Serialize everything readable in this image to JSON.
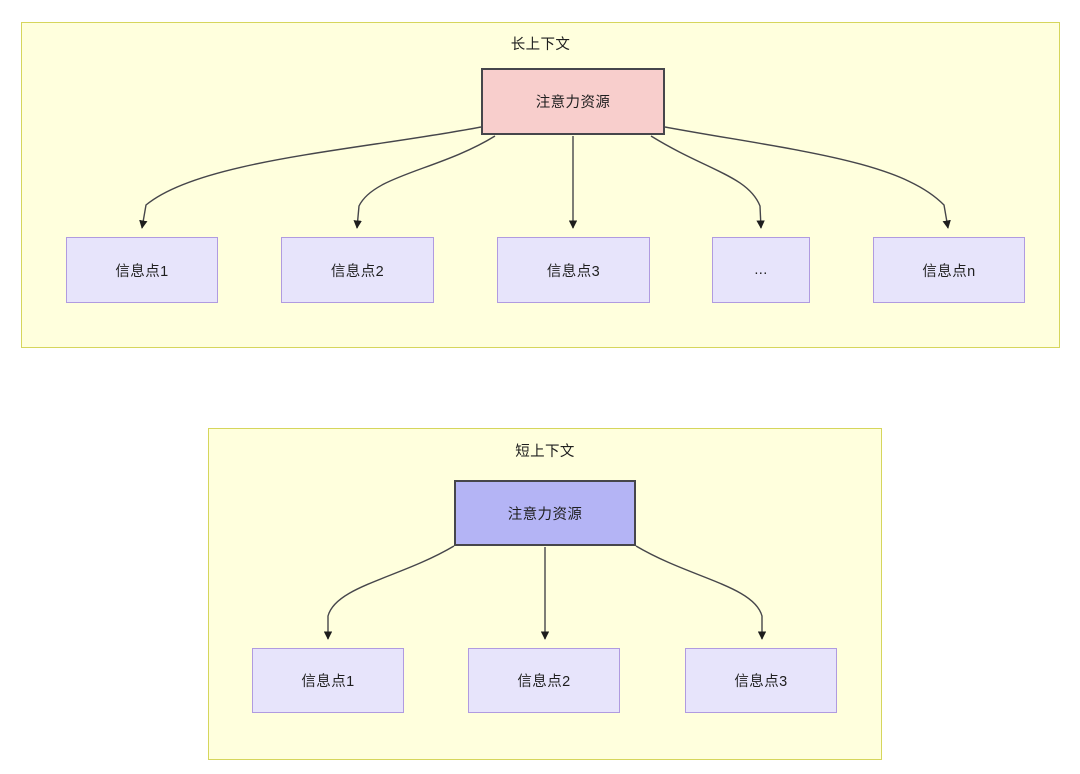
{
  "diagram": {
    "title_long": "长上下文",
    "title_short": "短上下文",
    "colors": {
      "panel_fill": "#FFFFDD",
      "panel_border": "#D6D65C",
      "attention_long_fill": "#F8CECC",
      "attention_short_fill": "#B4B4F5",
      "node_border_dark": "#46464B",
      "info_fill": "#E7E4FB",
      "info_border": "#B09BE0",
      "edge_stroke": "#46464B"
    }
  },
  "long_context": {
    "title": "长上下文",
    "attention": {
      "label": "注意力资源"
    },
    "info_nodes": [
      {
        "label": "信息点1"
      },
      {
        "label": "信息点2"
      },
      {
        "label": "信息点3"
      },
      {
        "label": "..."
      },
      {
        "label": "信息点n"
      }
    ]
  },
  "short_context": {
    "title": "短上下文",
    "attention": {
      "label": "注意力资源"
    },
    "info_nodes": [
      {
        "label": "信息点1"
      },
      {
        "label": "信息点2"
      },
      {
        "label": "信息点3"
      }
    ]
  }
}
